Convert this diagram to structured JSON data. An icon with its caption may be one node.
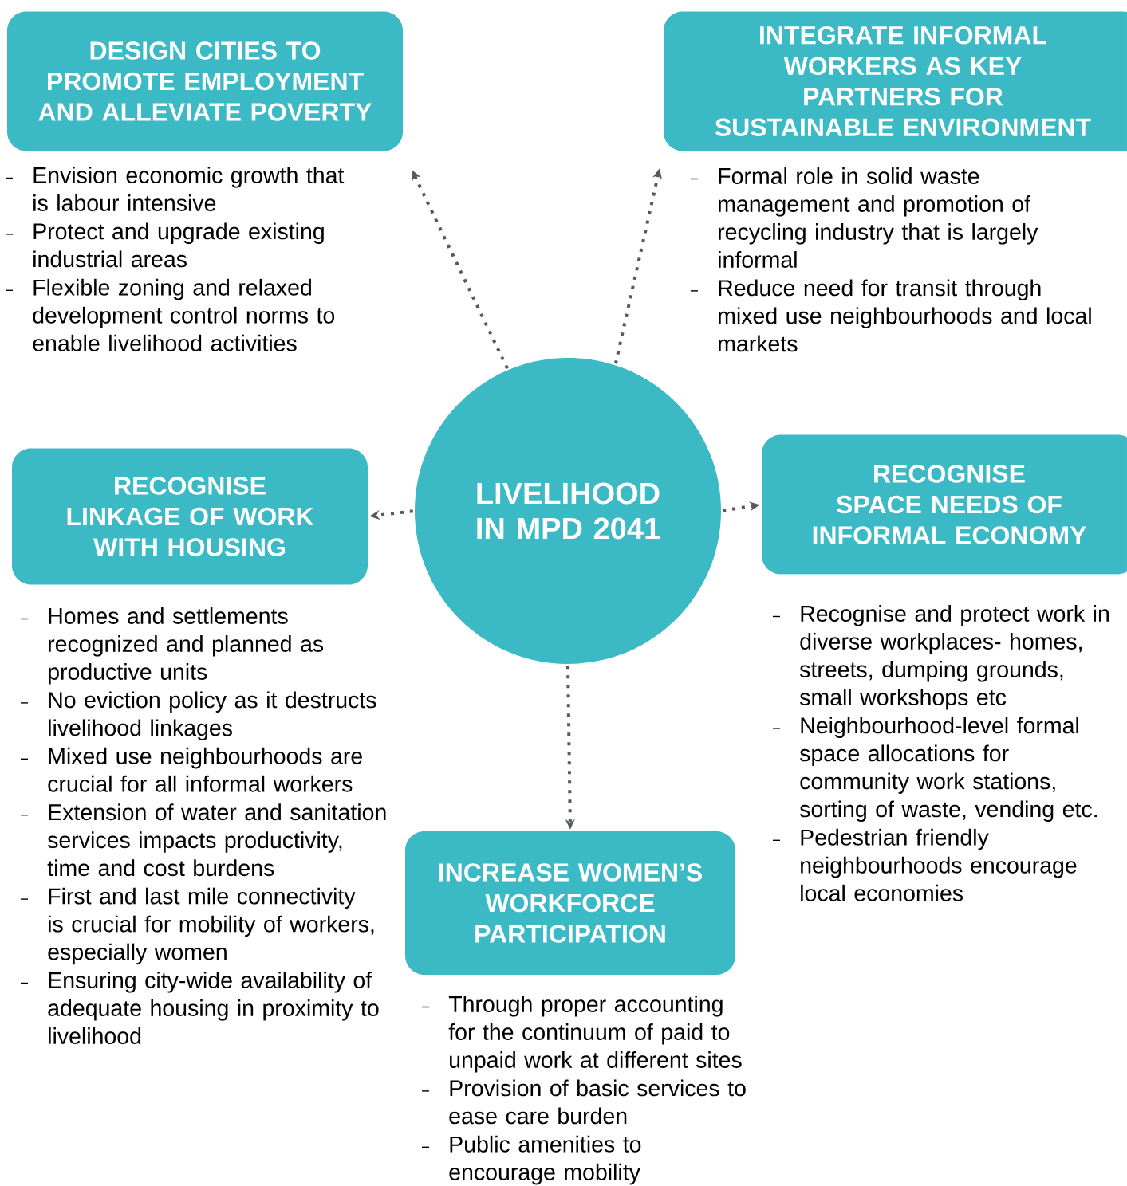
{
  "diagram": {
    "nodes": [
      {
        "text": [
          "DESIGN CITIES TO PROMOTE EMPLOYMENT AND ALLEVIATE POVERTY"
        ],
        "beside": [
          "Envision economic growth that is labour intensive",
          "Protect and upgrade existing industrial areas",
          "Flexible zoning and relaxed development control norms to enable livelihood activities"
        ]
      },
      {
        "text": [
          "INTEGRATE INFORMAL WORKERS AS KEY PARTNERS FOR SUSTAINABLE ENVIRONMENT"
        ],
        "beside": [
          "Formal role in solid waste management and promotion of recycling industry that is largely informal",
          "Reduce need for transit through mixed use neighbourhoods and local markets"
        ]
      },
      {
        "text": [
          "RECOGNISE LINKAGE OF WORK WITH HOUSING"
        ],
        "beside": [
          "Homes and settlements recognized and planned as productive units",
          "No eviction policy as it destructs livelihood linkages",
          "Mixed use neighbourhoods are crucial for all informal workers",
          "Extension of water and sanitation services impacts productivity, time and cost burdens",
          "First and last mile connectivity is crucial for mobility of workers, especially women",
          "Ensuring city-wide availability of adequate housing in proximity to livelihood"
        ]
      },
      {
        "text": [
          "LIVELIHOOD IN MPD 2041"
        ]
      },
      {
        "text": [
          "RECOGNISE SPACE NEEDS OF INFORMAL ECONOMY"
        ],
        "beside": [
          "Recognise and protect work in diverse workplaces- homes, streets, dumping grounds, small workshops etc",
          "Neighbourhood-level formal space allocations for community work stations, sorting of waste, vending etc.",
          "Pedestrian friendly neighbourhoods encourage local economies"
        ]
      },
      {
        "text": [
          "INCREASE WOMEN’S WORKFORCE PARTICIPATION"
        ],
        "beside": [
          "Through proper accounting for the continuum of paid to unpaid work at different sites",
          "Provision of basic services to ease care burden",
          "Public amenities to encourage mobility"
        ]
      }
    ],
    "edges": [
      {
        "from": 3,
        "to": 0,
        "arrow": "to"
      },
      {
        "from": 3,
        "to": 1,
        "arrow": "to"
      },
      {
        "from": 3,
        "to": 2,
        "arrow": "to"
      },
      {
        "from": 3,
        "to": 4,
        "arrow": "to"
      },
      {
        "from": 3,
        "to": 5,
        "arrow": "to"
      }
    ]
  }
}
